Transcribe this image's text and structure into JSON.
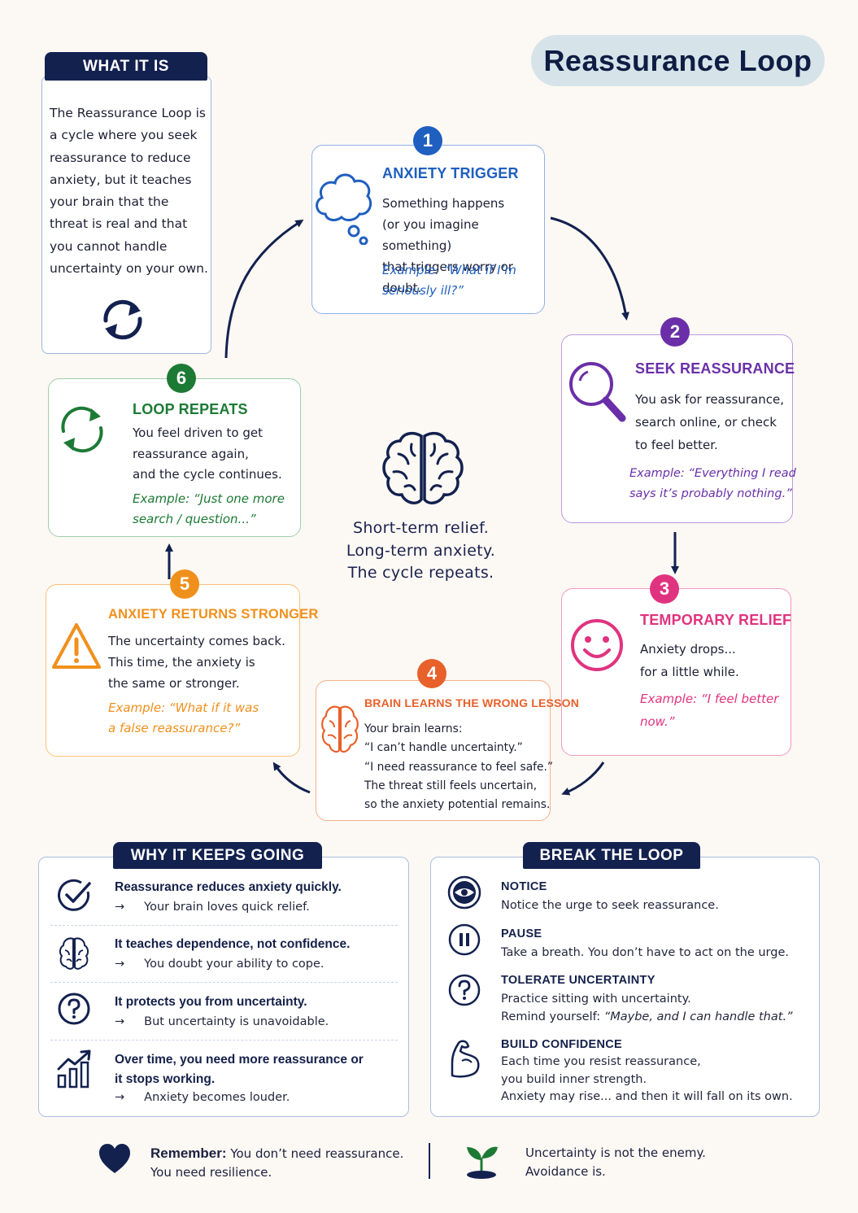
{
  "title": "Reassurance Loop",
  "what_it_is": {
    "heading": "WHAT IT IS",
    "text": "The Reassurance Loop is a cycle where you seek reassurance to reduce anxiety, but it teaches your brain that the threat is real and that you cannot handle uncertainty on your own."
  },
  "steps": [
    {
      "number": "1",
      "title": "ANXIETY TRIGGER",
      "color": "#1f5fbf",
      "icon": "thought-cloud-icon",
      "body": [
        "Something happens",
        "(or you imagine something)",
        "that triggers worry or doubt."
      ],
      "example": [
        "Example: “What if I’m",
        "seriously ill?”"
      ]
    },
    {
      "number": "2",
      "title": "SEEK REASSURANCE",
      "color": "#6a2fa8",
      "icon": "magnifier-icon",
      "body": [
        "You ask for reassurance,",
        "search online, or check",
        "to feel better."
      ],
      "example": [
        "Example: “Everything I read",
        "says it’s probably nothing.”"
      ]
    },
    {
      "number": "3",
      "title": "TEMPORARY RELIEF",
      "color": "#e0337f",
      "icon": "smiley-icon",
      "body": [
        "Anxiety drops...",
        "for a little while."
      ],
      "example": [
        "Example: “I feel better",
        "now.”"
      ]
    },
    {
      "number": "4",
      "title": "BRAIN LEARNS THE WRONG LESSON",
      "color": "#e8602a",
      "icon": "brain-icon",
      "body": [
        "Your brain learns:",
        "“I can’t handle uncertainty.”",
        "“I need reassurance to feel safe.”",
        "The threat still feels uncertain,",
        "so the anxiety potential remains."
      ]
    },
    {
      "number": "5",
      "title": "ANXIETY RETURNS STRONGER",
      "color": "#f0901c",
      "icon": "warning-icon",
      "body": [
        "The uncertainty comes back.",
        "This time, the anxiety is",
        "the same or stronger."
      ],
      "example": [
        "Example: “What if it was",
        "a false reassurance?”"
      ]
    },
    {
      "number": "6",
      "title": "LOOP REPEATS",
      "color": "#1d7a35",
      "icon": "cycle-arrows-icon",
      "body": [
        "You feel driven to get",
        "reassurance again,",
        "and the cycle continues."
      ],
      "example": [
        "Example: “Just one more",
        "search / question...”"
      ]
    }
  ],
  "center": {
    "lines": [
      "Short-term relief.",
      "Long-term anxiety.",
      "The cycle repeats."
    ]
  },
  "why_it_keeps_going": {
    "heading": "WHY IT KEEPS GOING",
    "items": [
      {
        "icon": "check-circle-icon",
        "title": "Reassurance reduces anxiety quickly.",
        "arrow": "→",
        "sub": "Your brain loves quick relief."
      },
      {
        "icon": "brain-icon",
        "title": "It teaches dependence, not confidence.",
        "arrow": "→",
        "sub": "You doubt your ability to cope."
      },
      {
        "icon": "question-circle-icon",
        "title": "It protects you from uncertainty.",
        "arrow": "→",
        "sub": "But uncertainty is unavoidable."
      },
      {
        "icon": "growth-chart-icon",
        "title_lines": [
          "Over time, you need more reassurance or",
          "it stops working."
        ],
        "arrow": "→",
        "sub": "Anxiety becomes louder."
      }
    ]
  },
  "break_the_loop": {
    "heading": "BREAK THE LOOP",
    "items": [
      {
        "icon": "eye-icon",
        "title": "NOTICE",
        "lines": [
          "Notice the urge to seek reassurance."
        ]
      },
      {
        "icon": "pause-icon",
        "title": "PAUSE",
        "lines": [
          "Take a breath. You don’t have to act on the urge."
        ]
      },
      {
        "icon": "question-circle-icon",
        "title": "TOLERATE UNCERTAINTY",
        "lines": [
          "Practice sitting with uncertainty."
        ],
        "remind_prefix": "Remind yourself: ",
        "remind_quote": "“Maybe, and I can handle that.”"
      },
      {
        "icon": "flexed-arm-icon",
        "title": "BUILD CONFIDENCE",
        "lines": [
          "Each time you resist reassurance,",
          "you build inner strength.",
          "Anxiety may rise... and then it will fall on its own."
        ]
      }
    ]
  },
  "footer": {
    "left_label": "Remember:",
    "left_line1": "You don’t need reassurance.",
    "left_line2": "You need resilience.",
    "right_line1": "Uncertainty is not the enemy.",
    "right_line2": "Avoidance is."
  },
  "colors": {
    "navy": "#13214f",
    "step1": "#1f5fbf",
    "step2": "#6a2fa8",
    "step3": "#e0337f",
    "step4": "#e8602a",
    "step5": "#f0901c",
    "step6": "#1d7a35"
  }
}
